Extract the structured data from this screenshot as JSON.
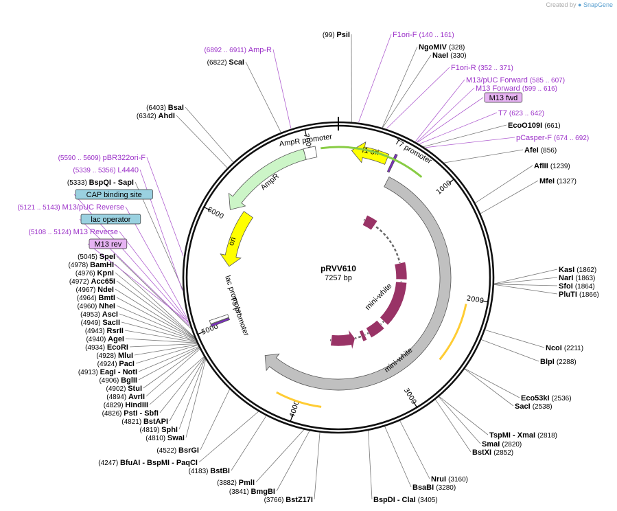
{
  "brand": {
    "created_by": "Created by",
    "name": "SnapGene"
  },
  "plasmid": {
    "name": "pRVV610",
    "size": "7257 bp",
    "length": 7257
  },
  "ticks": [
    "1000",
    "2000",
    "3000",
    "4000",
    "5000",
    "6000",
    "7000"
  ],
  "colors": {
    "enzyme": "#000000",
    "primer": "#9b30c8",
    "backbone": "#111111"
  },
  "features": [
    {
      "name": "AmpR promoter",
      "start": 6949,
      "end": 7054,
      "strand": -1,
      "color": "#ffffff",
      "label": "AmpR promoter"
    },
    {
      "name": "AmpR",
      "start": 6089,
      "end": 6949,
      "strand": -1,
      "color": "#ccf5c7",
      "label": "AmpR"
    },
    {
      "name": "ori",
      "start": 5560,
      "end": 6148,
      "strand": -1,
      "color": "#ffff00",
      "label": "ori"
    },
    {
      "name": "f1 ori",
      "start": 120,
      "end": 450,
      "strand": -1,
      "color": "#ffff00",
      "label": "f1 ori"
    },
    {
      "name": "T7 promoter",
      "start": 500,
      "end": 520,
      "strand": 1,
      "color": "#7b2fbe",
      "label": "T7 promoter"
    },
    {
      "name": "mini-white",
      "start": 540,
      "end": 4500,
      "strand": 1,
      "color": "#c0c0c0",
      "label": "mini-white"
    },
    {
      "name": "T3 promoter",
      "start": 5015,
      "end": 5035,
      "strand": -1,
      "color": "#7b2fbe",
      "label": "T3 promoter"
    },
    {
      "name": "lac promoter",
      "start": 5040,
      "end": 5070,
      "strand": -1,
      "color": "#ffffff",
      "label": "lac promoter"
    }
  ],
  "orfs": [
    {
      "start": 7100,
      "end": 800,
      "strand": 1,
      "color": "#ffcc33"
    },
    {
      "start": 2050,
      "end": 2600,
      "strand": -1,
      "color": "#ffcc33"
    },
    {
      "start": 3780,
      "end": 4200,
      "strand": -1,
      "color": "#ffcc33"
    }
  ],
  "inner_features": {
    "label": "mini-white",
    "color": "#993366",
    "segments": [
      {
        "start": 500,
        "end": 700,
        "type": "box"
      },
      {
        "start": 1550,
        "end": 1850,
        "type": "box"
      },
      {
        "start": 1900,
        "end": 2700,
        "type": "box"
      },
      {
        "start": 2780,
        "end": 3050,
        "type": "box"
      },
      {
        "start": 3130,
        "end": 3200,
        "type": "box"
      },
      {
        "start": 3320,
        "end": 3760,
        "type": "arrow"
      }
    ]
  },
  "enzymes_right": [
    {
      "name": "PsiI",
      "pos": "(99)",
      "site": 99
    },
    {
      "name": "NgoMIV",
      "pos": "(328)",
      "site": 328
    },
    {
      "name": "NaeI",
      "pos": "(330)",
      "site": 330
    },
    {
      "name": "EcoO109I",
      "pos": "(661)",
      "site": 661
    },
    {
      "name": "AfeI",
      "pos": "(856)",
      "site": 856
    },
    {
      "name": "AflII",
      "pos": "(1239)",
      "site": 1239
    },
    {
      "name": "MfeI",
      "pos": "(1327)",
      "site": 1327
    },
    {
      "name": "KasI",
      "pos": "(1862)",
      "site": 1862
    },
    {
      "name": "NarI",
      "pos": "(1863)",
      "site": 1863
    },
    {
      "name": "SfoI",
      "pos": "(1864)",
      "site": 1864
    },
    {
      "name": "PluTI",
      "pos": "(1866)",
      "site": 1866
    },
    {
      "name": "NcoI",
      "pos": "(2211)",
      "site": 2211
    },
    {
      "name": "BlpI",
      "pos": "(2288)",
      "site": 2288
    },
    {
      "name": "Eco53kI",
      "pos": "(2536)",
      "site": 2536
    },
    {
      "name": "SacI",
      "pos": "(2538)",
      "site": 2538
    },
    {
      "name": "TspMI - XmaI",
      "pos": "(2818)",
      "site": 2818
    },
    {
      "name": "SmaI",
      "pos": "(2820)",
      "site": 2820
    },
    {
      "name": "BstXI",
      "pos": "(2852)",
      "site": 2852
    },
    {
      "name": "NruI",
      "pos": "(3160)",
      "site": 3160
    },
    {
      "name": "BsaBI",
      "pos": "(3280)",
      "site": 3280
    },
    {
      "name": "BspDI - ClaI",
      "pos": "(3405)",
      "site": 3405
    },
    {
      "name": "BstZ17I",
      "pos": "(3766)",
      "site": 3766
    }
  ],
  "enzymes_left": [
    {
      "name": "ScaI",
      "pos": "(6822)",
      "site": 6822
    },
    {
      "name": "BsaI",
      "pos": "(6403)",
      "site": 6403
    },
    {
      "name": "AhdI",
      "pos": "(6342)",
      "site": 6342
    },
    {
      "name": "BspQI - SapI",
      "pos": "(5333)",
      "site": 5333
    },
    {
      "name": "SpeI",
      "pos": "(5045)",
      "site": 5045
    },
    {
      "name": "BamHI",
      "pos": "(4978)",
      "site": 4978
    },
    {
      "name": "KpnI",
      "pos": "(4976)",
      "site": 4976
    },
    {
      "name": "Acc65I",
      "pos": "(4972)",
      "site": 4972
    },
    {
      "name": "NdeI",
      "pos": "(4967)",
      "site": 4967
    },
    {
      "name": "BmtI",
      "pos": "(4964)",
      "site": 4964
    },
    {
      "name": "NheI",
      "pos": "(4960)",
      "site": 4960
    },
    {
      "name": "AscI",
      "pos": "(4953)",
      "site": 4953
    },
    {
      "name": "SacII",
      "pos": "(4949)",
      "site": 4949
    },
    {
      "name": "RsrII",
      "pos": "(4943)",
      "site": 4943
    },
    {
      "name": "AgeI",
      "pos": "(4940)",
      "site": 4940
    },
    {
      "name": "EcoRI",
      "pos": "(4934)",
      "site": 4934
    },
    {
      "name": "MluI",
      "pos": "(4928)",
      "site": 4928
    },
    {
      "name": "PacI",
      "pos": "(4924)",
      "site": 4924
    },
    {
      "name": "EagI - NotI",
      "pos": "(4913)",
      "site": 4913
    },
    {
      "name": "BglII",
      "pos": "(4906)",
      "site": 4906
    },
    {
      "name": "StuI",
      "pos": "(4902)",
      "site": 4902
    },
    {
      "name": "AvrII",
      "pos": "(4894)",
      "site": 4894
    },
    {
      "name": "HindIII",
      "pos": "(4829)",
      "site": 4829
    },
    {
      "name": "PstI - SbfI",
      "pos": "(4826)",
      "site": 4826
    },
    {
      "name": "BstAPI",
      "pos": "(4821)",
      "site": 4821
    },
    {
      "name": "SphI",
      "pos": "(4819)",
      "site": 4819
    },
    {
      "name": "SwaI",
      "pos": "(4810)",
      "site": 4810
    },
    {
      "name": "BsrGI",
      "pos": "(4522)",
      "site": 4522
    },
    {
      "name": "BfuAI - BspMI - PaqCI",
      "pos": "(4247)",
      "site": 4247
    },
    {
      "name": "BstBI",
      "pos": "(4183)",
      "site": 4183
    },
    {
      "name": "PmlI",
      "pos": "(3882)",
      "site": 3882
    },
    {
      "name": "BmgBI",
      "pos": "(3841)",
      "site": 3841
    }
  ],
  "primers_right": [
    {
      "name": "F1ori-F",
      "pos": "(140 .. 161)",
      "site": 150,
      "boxed": false
    },
    {
      "name": "F1ori-R",
      "pos": "(352 .. 371)",
      "site": 362,
      "boxed": false
    },
    {
      "name": "M13/pUC Forward",
      "pos": "(585 .. 607)",
      "site": 596,
      "boxed": false
    },
    {
      "name": "M13 Forward",
      "pos": "(599 .. 616)",
      "site": 607,
      "boxed": false
    },
    {
      "name": "M13 fwd",
      "pos": "",
      "site": 612,
      "boxed": true,
      "fill": "#e6b3f2"
    },
    {
      "name": "T7",
      "pos": "(623 .. 642)",
      "site": 632,
      "boxed": false
    },
    {
      "name": "pCasper-F",
      "pos": "(674 .. 692)",
      "site": 683,
      "boxed": false
    }
  ],
  "primers_left": [
    {
      "name": "Amp-R",
      "pos": "(6892 .. 6911)",
      "site": 6901,
      "boxed": false
    },
    {
      "name": "pBR322ori-F",
      "pos": "(5590 .. 5609)",
      "site": 5600,
      "boxed": false
    },
    {
      "name": "L4440",
      "pos": "(5339 .. 5356)",
      "site": 5347,
      "boxed": false
    },
    {
      "name": "CAP binding site",
      "pos": "",
      "site": 5100,
      "boxed": true,
      "fill": "#9ad1e0"
    },
    {
      "name": "M13/pUC Reverse",
      "pos": "(5121 .. 5143)",
      "site": 5132,
      "boxed": false
    },
    {
      "name": "lac operator",
      "pos": "",
      "site": 5080,
      "boxed": true,
      "fill": "#9ad1e0"
    },
    {
      "name": "M13 Reverse",
      "pos": "(5108 .. 5124)",
      "site": 5116,
      "boxed": false
    },
    {
      "name": "M13 rev",
      "pos": "",
      "site": 5110,
      "boxed": true,
      "fill": "#e6b3f2"
    }
  ]
}
